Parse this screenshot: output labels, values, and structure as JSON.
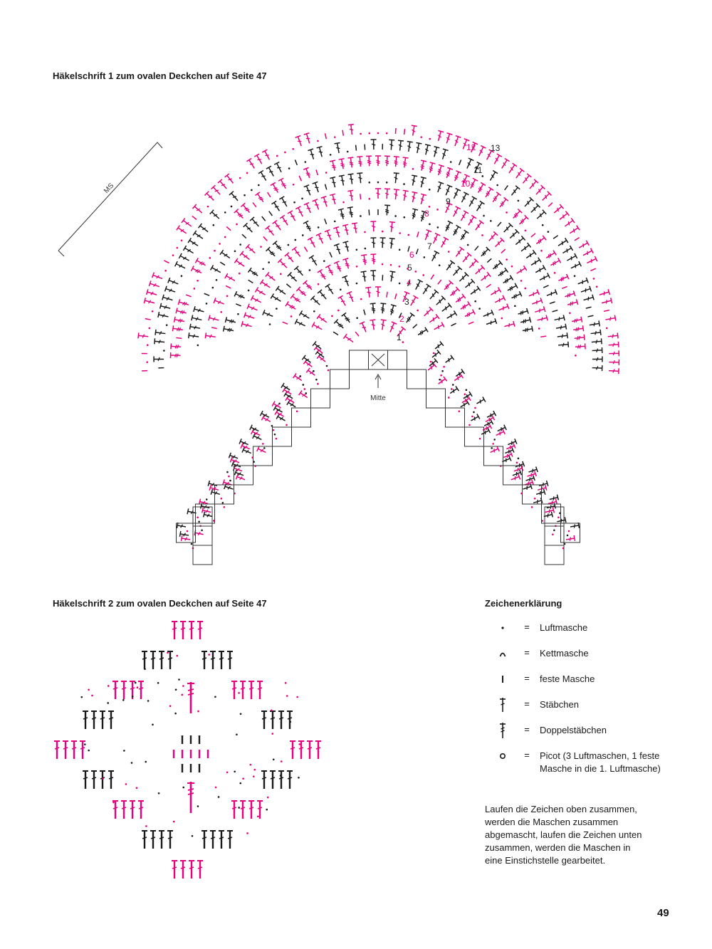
{
  "chart1": {
    "title": "Häkelschrift 1 zum ovalen Deckchen auf Seite 47",
    "center_label": "Mitte",
    "ms_label": "MS",
    "round_numbers": [
      "1",
      "2",
      "3",
      "4",
      "5",
      "6",
      "7",
      "8",
      "9",
      "10",
      "11",
      "12",
      "13"
    ]
  },
  "chart2": {
    "title": "Häkelschrift 2 zum ovalen Deckchen auf Seite 47"
  },
  "legend": {
    "title": "Zeichenerklärung",
    "items": [
      {
        "symbol": "dot-icon",
        "eq": "=",
        "label": "Luftmasche"
      },
      {
        "symbol": "arc-icon",
        "eq": "=",
        "label": "Kettmasche"
      },
      {
        "symbol": "bar-icon",
        "eq": "=",
        "label": "feste Masche"
      },
      {
        "symbol": "dagger-icon",
        "eq": "=",
        "label": "Stäbchen"
      },
      {
        "symbol": "double-dagger-icon",
        "eq": "=",
        "label": "Doppelstäbchen"
      },
      {
        "symbol": "ring-icon",
        "eq": "=",
        "label": "Picot (3 Luftmaschen, 1 feste Masche in die 1. Luftmasche)"
      }
    ],
    "note": "Laufen die Zeichen oben zusammen, werden die Maschen zusammen abgemascht, laufen die Zeichen unten zusammen, werden die Maschen in eine Einstichstelle gearbeitet."
  },
  "colors": {
    "magenta": "#e6007e",
    "black": "#1a1a1a"
  },
  "page_number": "49"
}
